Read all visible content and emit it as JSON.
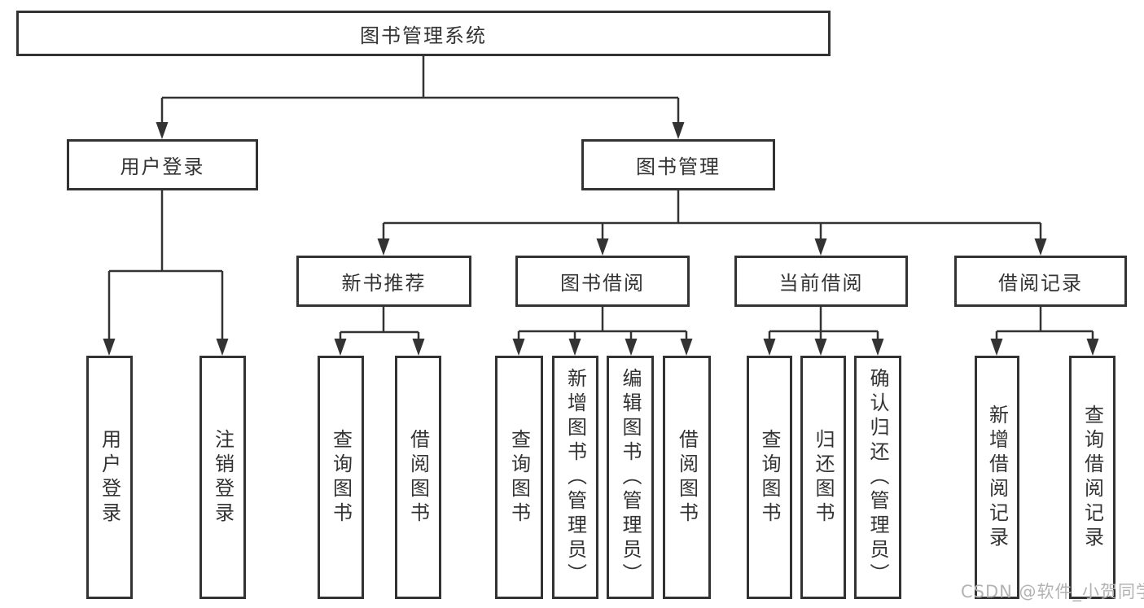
{
  "diagram": {
    "tree": {
      "root": "图书管理系统",
      "children": [
        {
          "label": "用户登录",
          "children": [
            "用户登录",
            "注销登录"
          ]
        },
        {
          "label": "图书管理",
          "children": [
            {
              "label": "新书推荐",
              "children": [
                "查询图书",
                "借阅图书"
              ]
            },
            {
              "label": "图书借阅",
              "children": [
                "查询图书",
                "新增图书（管理员）",
                "编辑图书（管理员）",
                "借阅图书"
              ]
            },
            {
              "label": "当前借阅",
              "children": [
                "查询图书",
                "归还图书",
                "确认归还（管理员）"
              ]
            },
            {
              "label": "借阅记录",
              "children": [
                "新增借阅记录",
                "查询借阅记录"
              ]
            }
          ]
        }
      ]
    },
    "colors": {
      "line": "#333333",
      "text": "#333333",
      "box_background": "#ffffff",
      "watermark": "#b3b3b3",
      "page_background": "#ffffff"
    }
  },
  "watermark": {
    "text": "CSDN @软件_小贺同学"
  }
}
